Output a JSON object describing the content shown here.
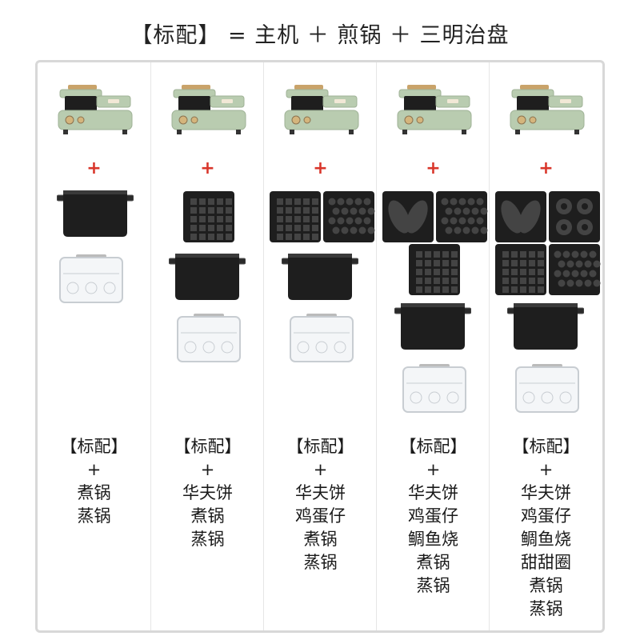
{
  "title": "【标配】 = 主机 ＋ 煎锅 ＋ 三明治盘",
  "plus_mark": "+",
  "columns": [
    {
      "label_lines": [
        "【标配】",
        "+",
        "煮锅",
        "蒸锅"
      ],
      "plates": []
    },
    {
      "label_lines": [
        "【标配】",
        "+",
        "华夫饼",
        "煮锅",
        "蒸锅"
      ],
      "plates": [
        "waffle"
      ]
    },
    {
      "label_lines": [
        "【标配】",
        "+",
        "华夫饼",
        "鸡蛋仔",
        "煮锅",
        "蒸锅"
      ],
      "plates": [
        "waffle",
        "egg"
      ]
    },
    {
      "label_lines": [
        "【标配】",
        "+",
        "华夫饼",
        "鸡蛋仔",
        "鲷鱼烧",
        "煮锅",
        "蒸锅"
      ],
      "plates": [
        "fish",
        "egg",
        "waffle"
      ]
    },
    {
      "label_lines": [
        "【标配】",
        "+",
        "华夫饼",
        "鸡蛋仔",
        "鲷鱼烧",
        "甜甜圈",
        "煮锅",
        "蒸锅"
      ],
      "plates": [
        "fish",
        "donut",
        "waffle",
        "egg"
      ]
    }
  ],
  "colors": {
    "machine_green": "#b9ccb0",
    "pot_black": "#1e1e1e",
    "plus_red": "#d9362b",
    "frame_gray": "#d8d8d8"
  }
}
